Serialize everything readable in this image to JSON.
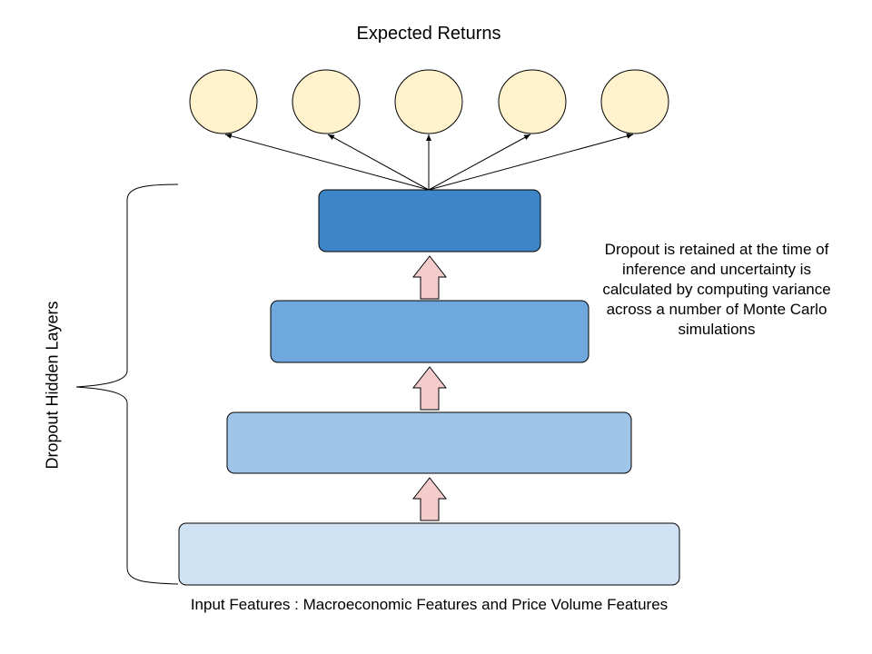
{
  "title": "Expected Returns",
  "note": "Dropout is retained at the time of inference and uncertainty is calculated by computing variance across a number of Monte Carlo simulations",
  "input_label": "Input Features : Macroeconomic Features and Price Volume Features",
  "side_label": "Dropout Hidden Layers",
  "colors": {
    "output_node": "#fff2cc",
    "layer_top": "#3d85c6",
    "layer_2": "#6fa8dc",
    "layer_3": "#9fc5e8",
    "input_layer": "#cfe2f3",
    "arrow": "#f4cccc",
    "stroke": "#000000"
  }
}
